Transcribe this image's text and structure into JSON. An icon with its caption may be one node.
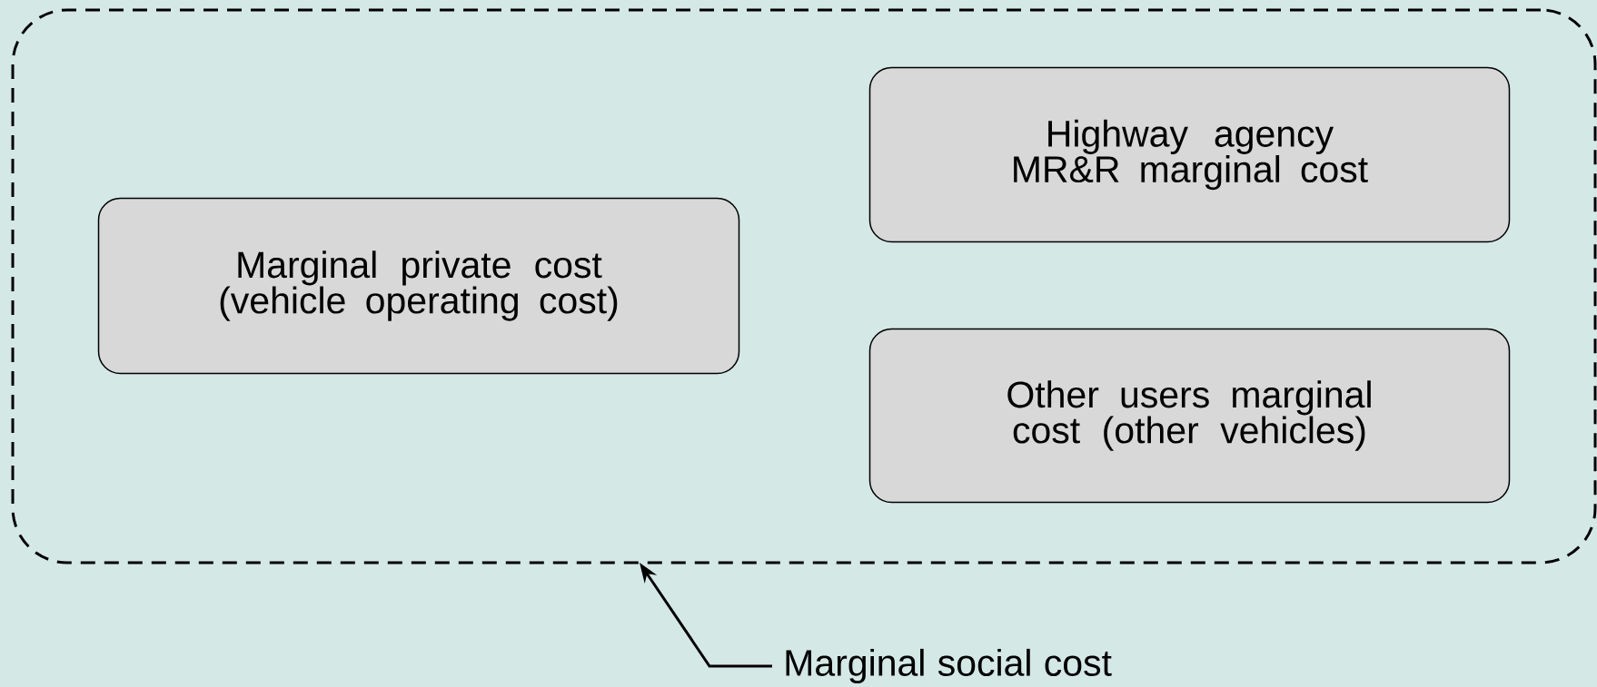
{
  "diagram": {
    "nodes": [
      {
        "text": [],
        "shape": "box"
      },
      {
        "text": [
          "Marginal private cost (vehicle operating cost)"
        ],
        "in": 0
      },
      {
        "text": [
          "Highway agency MR&R marginal cost"
        ],
        "in": 0
      },
      {
        "text": [
          "Other users marginal cost (other vehicles)"
        ],
        "in": 0
      },
      {
        "text": [
          "Marginal social cost"
        ]
      }
    ],
    "edges": [
      {
        "from": 4,
        "to": 0,
        "arrow": "to"
      }
    ]
  }
}
